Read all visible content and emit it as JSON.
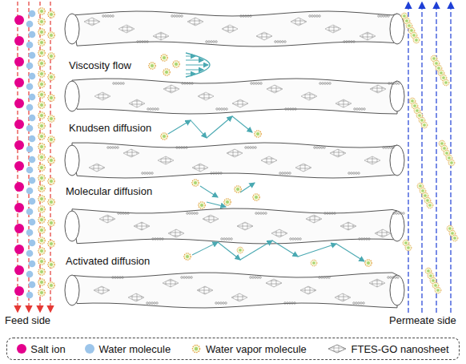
{
  "diagram": {
    "labels": [
      "Viscosity flow",
      "Knudsen diffusion",
      "Molecular diffusion",
      "Activated diffusion",
      "Feed side",
      "Permeate side"
    ],
    "legend": [
      {
        "text": "Salt ion",
        "color": "#e4008c"
      },
      {
        "text": "Water molecule",
        "color": "#9cc5ea"
      },
      {
        "text": "Water vapor molecule"
      },
      {
        "text": "FTES-GO nanosheet"
      }
    ]
  }
}
